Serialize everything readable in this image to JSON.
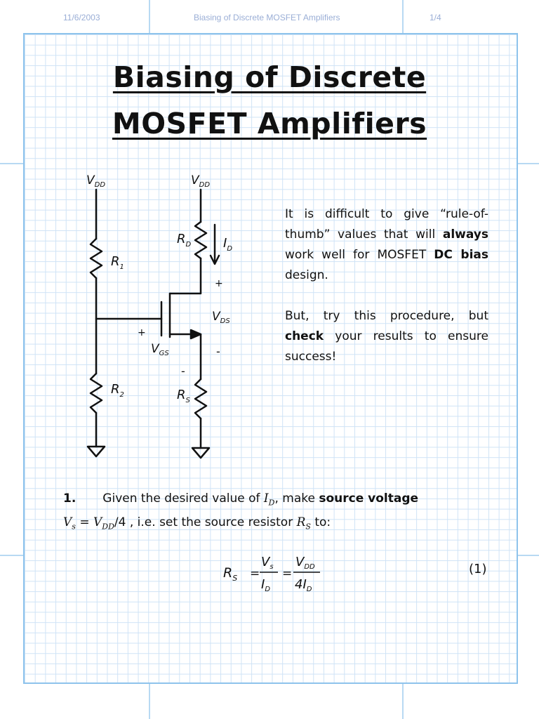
{
  "header": {
    "date": "11/6/2003",
    "doc_title": "Biasing of Discrete MOSFET Amplifiers",
    "page": "1/4"
  },
  "title": {
    "line1": "Biasing of Discrete",
    "line2": "MOSFET Amplifiers"
  },
  "circuit": {
    "vdd_left": "V",
    "vdd_left_sub": "DD",
    "vdd_right": "V",
    "vdd_right_sub": "DD",
    "r1": "R",
    "r1_sub": "1",
    "r2": "R",
    "r2_sub": "2",
    "rd": "R",
    "rd_sub": "D",
    "rs": "R",
    "rs_sub": "S",
    "id": "I",
    "id_sub": "D",
    "vds": "V",
    "vds_sub": "DS",
    "vgs": "V",
    "vgs_sub": "GS",
    "plus": "+",
    "minus": "-"
  },
  "intro": {
    "p1_a": "It is difficult to give “rule-of-thumb” values that will ",
    "p1_b": "always",
    "p1_c": " work well for MOSFET ",
    "p1_d": "DC bias",
    "p1_e": " design.",
    "p2_a": "But, try this procedure, but ",
    "p2_b": "check",
    "p2_c": " your results to ensure success!"
  },
  "step1": {
    "num": "1.",
    "a": "Given the desired value of ",
    "id": "I",
    "id_sub": "D",
    "b": ", make ",
    "c": "source voltage",
    "vs": "V",
    "vs_sub": "s",
    "eq": " = ",
    "vdd": "V",
    "vdd_sub": "DD",
    "div4": "/4",
    "d": " , i.e. set the source resistor ",
    "rs": "R",
    "rs_sub": "S",
    "e": " to:"
  },
  "equation": {
    "rs": "R",
    "rs_sub": "S",
    "eq": "=",
    "vs": "V",
    "vs_sub": "s",
    "id": "I",
    "id_sub": "D",
    "vdd": "V",
    "vdd_sub": "DD",
    "four_id": "4I",
    "four_id_sub": "D",
    "num": "(1)"
  }
}
